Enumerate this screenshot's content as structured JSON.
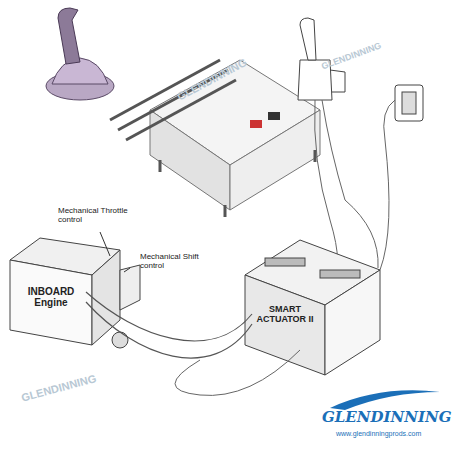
{
  "diagram": {
    "nodes": [
      {
        "text": [
          "INBOARD Engine"
        ]
      },
      {
        "text": [
          "SMART ACTUATOR II"
        ]
      }
    ],
    "edges": [
      {
        "from": 1,
        "to": 0,
        "arrow": "none"
      },
      {
        "from": 1,
        "to": 0,
        "arrow": "none"
      }
    ],
    "labels": [
      "Mechanical Throttle control",
      "Mechanical Shift control",
      "GLENDINNING",
      "www.glendinningprods.com",
      "GLENDINNING",
      "GLENDINNING",
      "GLENDINNING"
    ]
  }
}
